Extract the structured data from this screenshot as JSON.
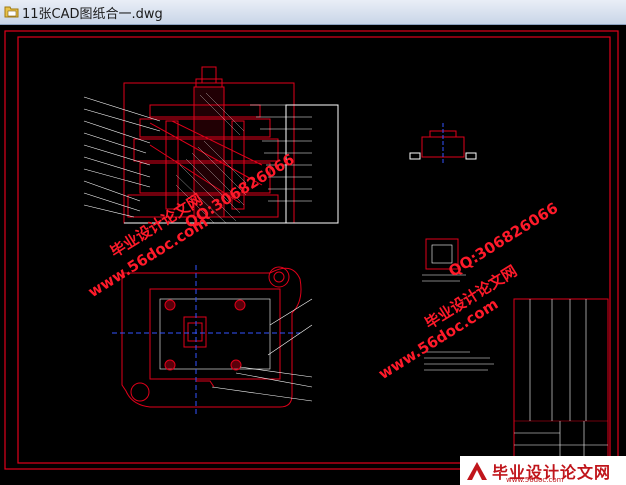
{
  "window": {
    "title": "11张CAD图纸合一.dwg",
    "icon": "cad-file-icon"
  },
  "drawing": {
    "frame_color": "#e0001a",
    "line_color": "#ffffff",
    "watermarks": [
      {
        "text": "毕业设计论文网",
        "color": "#e0001a"
      },
      {
        "text": "www.56doc.com",
        "color": "#e0001a"
      },
      {
        "text": "QQ:306826066",
        "color": "#e0001a"
      },
      {
        "text": "毕业设计论文网",
        "color": "#e0001a"
      },
      {
        "text": "www.56doc.com",
        "color": "#e0001a"
      },
      {
        "text": "QQ:306826066",
        "color": "#e0001a"
      }
    ]
  },
  "footer": {
    "text": "毕业设计论文网",
    "url": "www.56doc.com"
  }
}
